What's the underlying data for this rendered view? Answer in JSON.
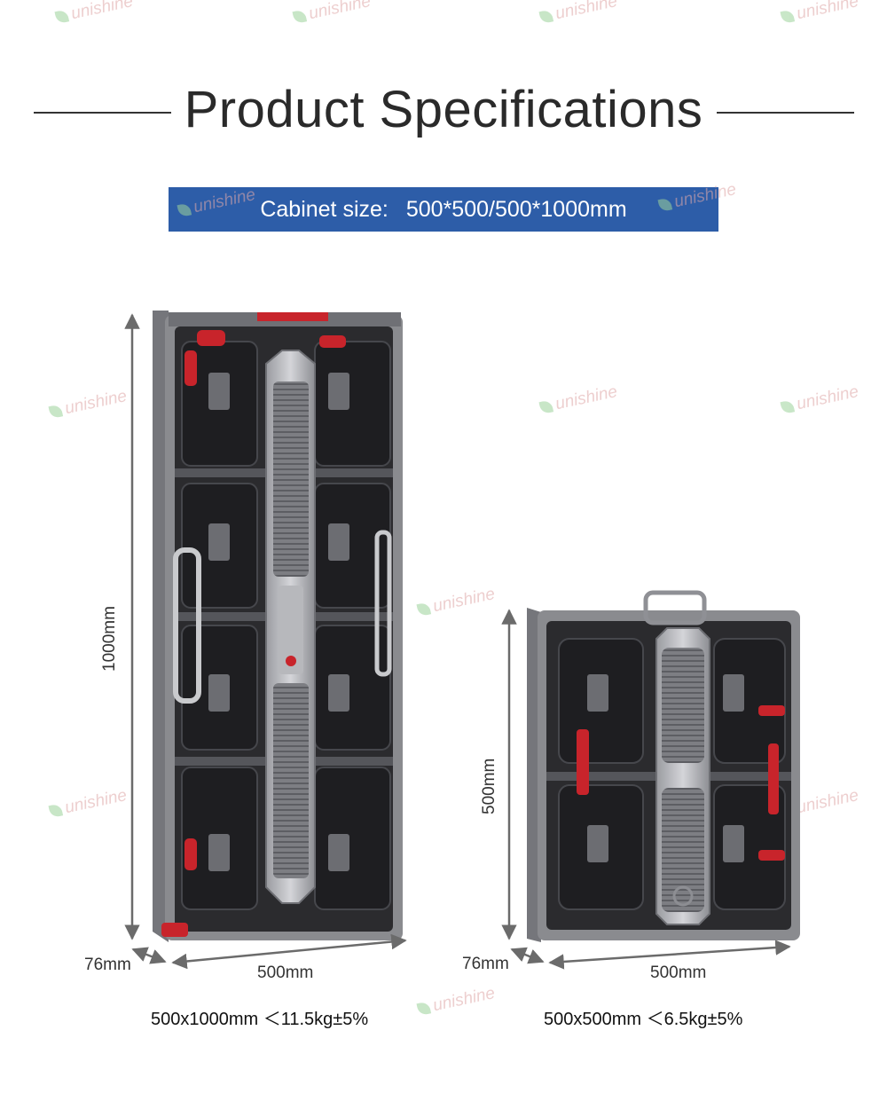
{
  "header": {
    "title": "Product Specifications"
  },
  "banner": {
    "label": "Cabinet size:",
    "value": "500*500/500*1000mm"
  },
  "watermark": {
    "text": "unishine"
  },
  "cabinets": [
    {
      "height_label": "1000mm",
      "width_label": "500mm",
      "depth_label": "76mm",
      "spec": "500x1000mm ＜11.5kg±5%"
    },
    {
      "height_label": "500mm",
      "width_label": "500mm",
      "depth_label": "76mm",
      "spec": "500x500mm ＜6.5kg±5%"
    }
  ],
  "colors": {
    "banner": "#2d5da8",
    "cabinet_body": "#2b2b2e",
    "frame": "#8a8b8f",
    "accent_red": "#c8242b",
    "dimension_line": "#6b6b6b"
  }
}
